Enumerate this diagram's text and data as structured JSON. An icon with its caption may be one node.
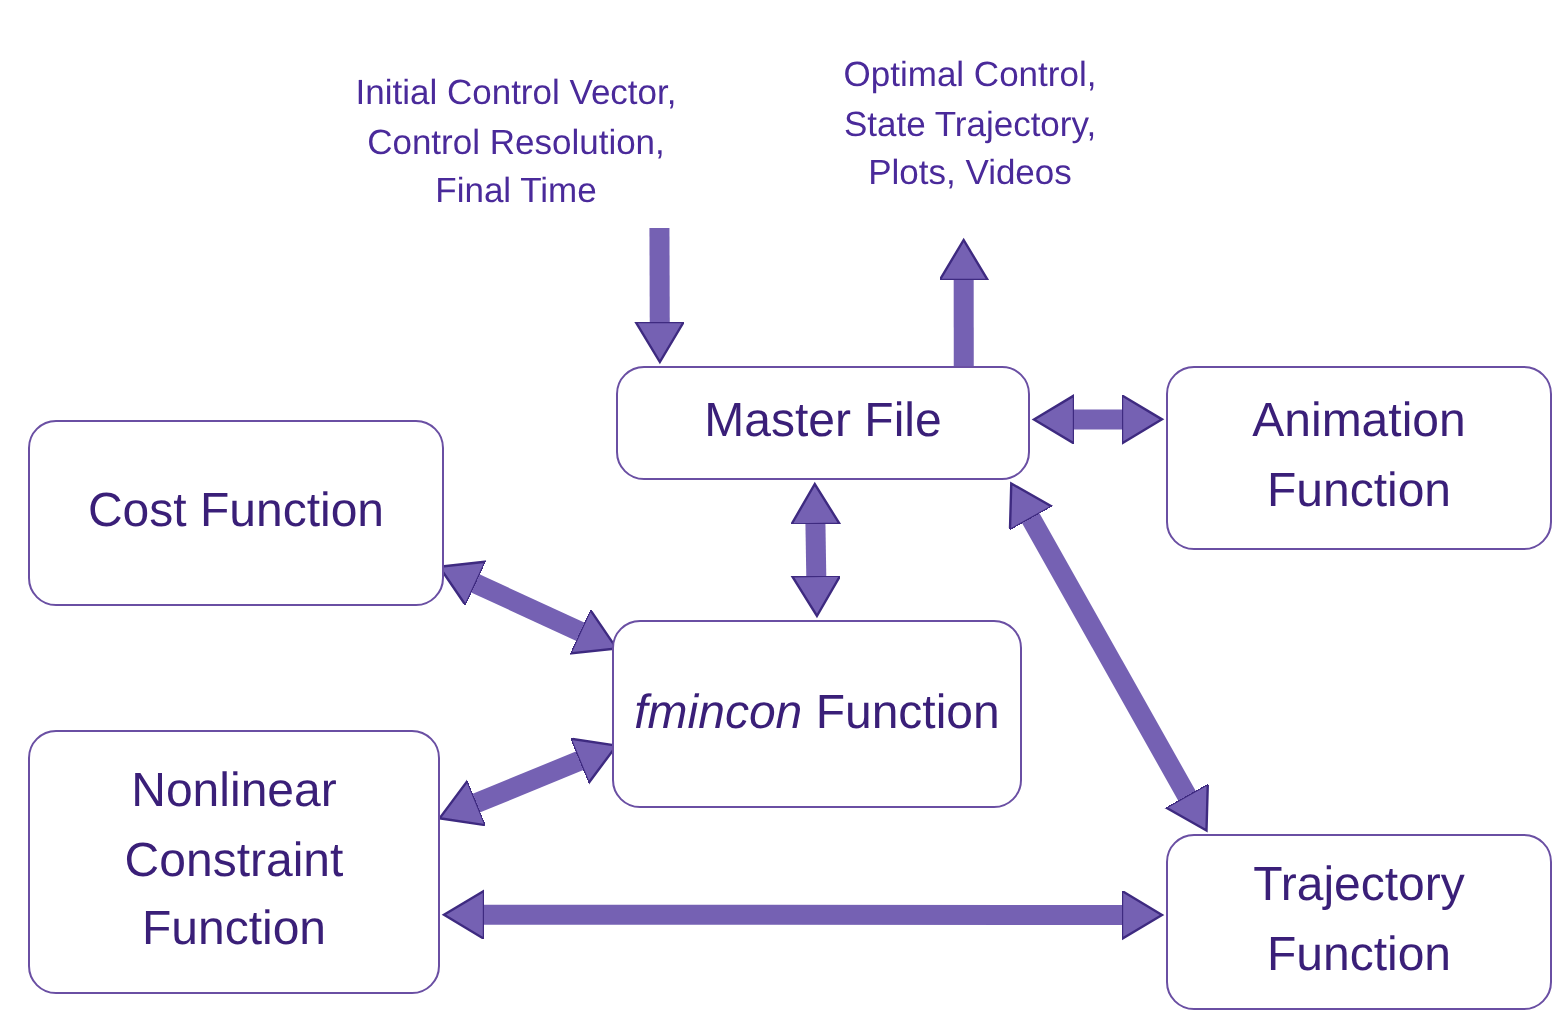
{
  "diagram": {
    "nodes": [
      {
        "text": [
          "Master File"
        ]
      },
      {
        "text": [
          "Animation Function"
        ]
      },
      {
        "text": [
          "Cost Function"
        ]
      },
      {
        "text": [
          "*fmincon* Function"
        ]
      },
      {
        "text": [
          "Nonlinear Constraint Function"
        ]
      },
      {
        "text": [
          "Trajectory Function"
        ]
      },
      {
        "text": [
          "Initial Control Vector, Control Resolution, Final Time"
        ]
      },
      {
        "text": [
          "Optimal Control, State Trajectory, Plots, Videos"
        ]
      }
    ],
    "edges": [
      {
        "from": 6,
        "to": 0,
        "arrow": "to"
      },
      {
        "from": 0,
        "to": 7,
        "arrow": "to"
      },
      {
        "from": 0,
        "to": 1,
        "arrow": "both"
      },
      {
        "from": 0,
        "to": 3,
        "arrow": "both"
      },
      {
        "from": 2,
        "to": 3,
        "arrow": "both"
      },
      {
        "from": 4,
        "to": 3,
        "arrow": "both"
      },
      {
        "from": 4,
        "to": 5,
        "arrow": "both"
      },
      {
        "from": 0,
        "to": 5,
        "arrow": "both"
      }
    ]
  }
}
